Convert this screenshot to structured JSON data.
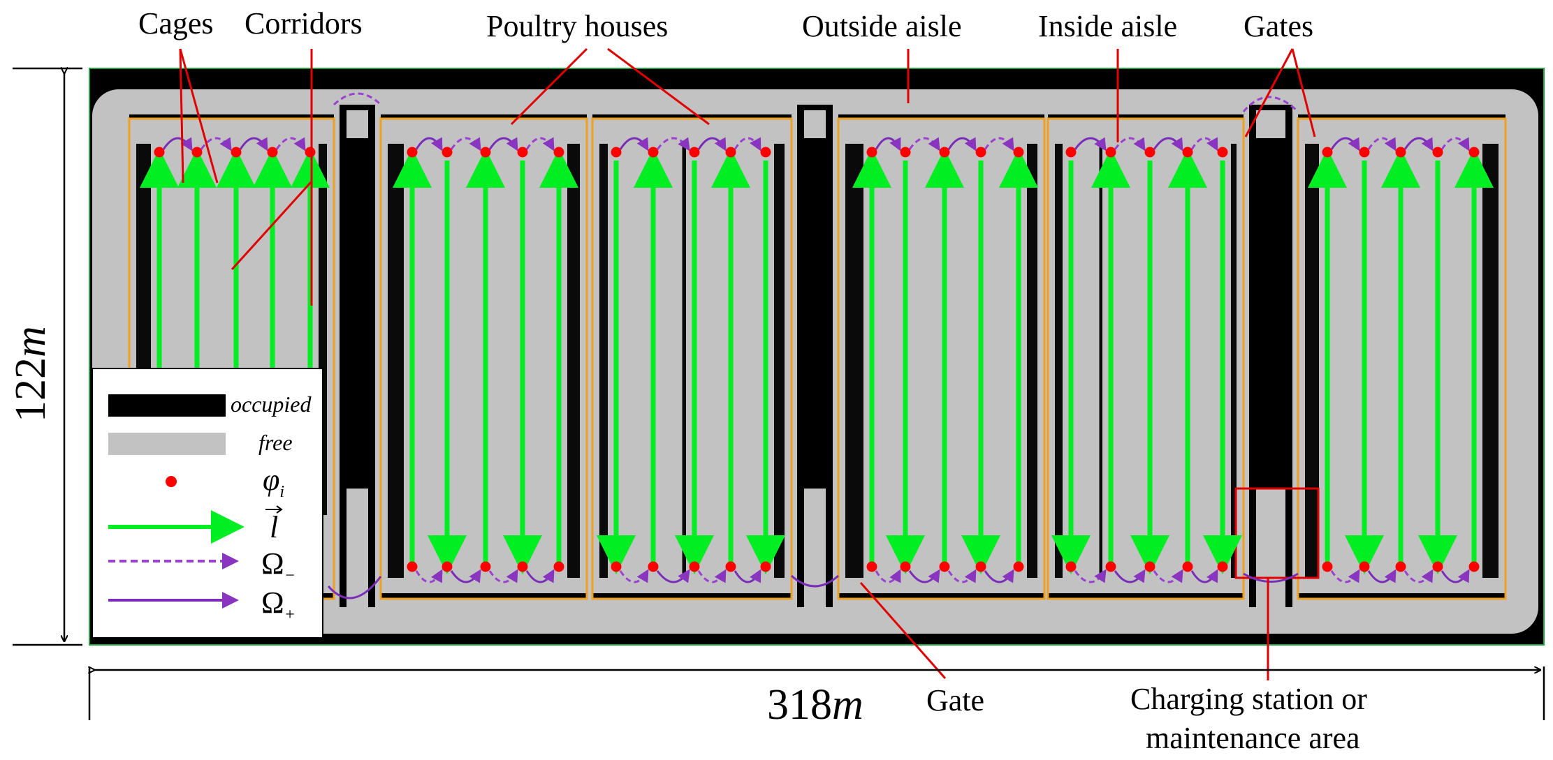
{
  "annotations": {
    "cages": "Cages",
    "corridors": "Corridors",
    "poultry_houses": "Poultry houses",
    "outside_aisle": "Outside aisle",
    "inside_aisle": "Inside aisle",
    "gates": "Gates",
    "gate": "Gate",
    "charging_line1": "Charging station or",
    "charging_line2": "maintenance area"
  },
  "dimensions": {
    "height_value": "122",
    "width_value": "318",
    "unit": "m"
  },
  "legend": {
    "occupied": "occupied",
    "free": "free",
    "phi": "φ",
    "phi_sub": "i",
    "l": "l",
    "omega_minus": "Ω",
    "omega_minus_sub": "−",
    "omega_plus": "Ω",
    "omega_plus_sub": "+"
  },
  "colors": {
    "occupied": "#000000",
    "free": "#c0c0c0",
    "waypoint": "#ff0000",
    "lane_arrow": "#00ee22",
    "omega_minus": "#9b40d0",
    "omega_plus": "#7a2db8",
    "house_outline": "#f0a020",
    "annotation_line": "#e00000"
  }
}
